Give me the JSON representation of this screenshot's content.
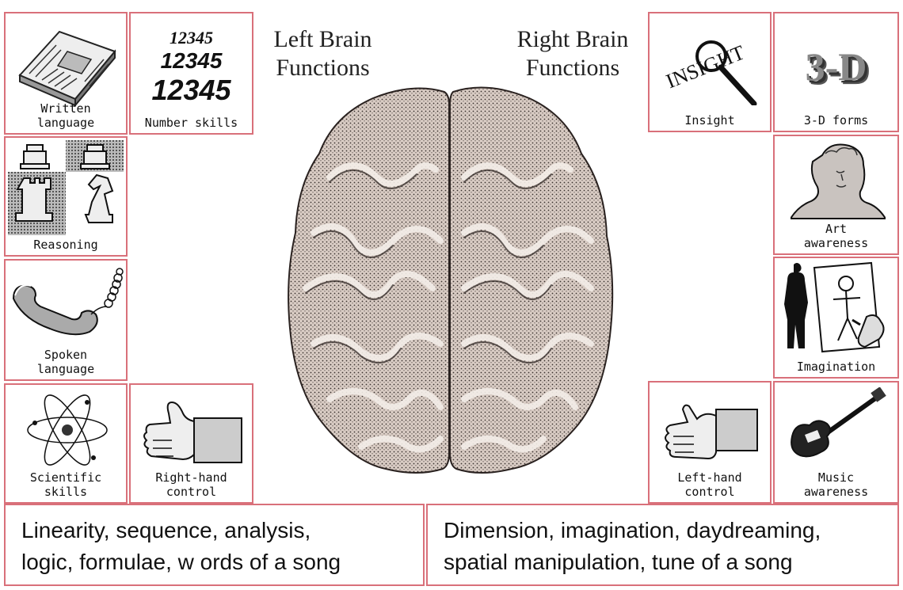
{
  "headings": {
    "left": "Left Brain\nFunctions",
    "right": "Right Brain\nFunctions"
  },
  "left_cards": {
    "written_language": "Written\nlanguage",
    "number_skills": "Number skills",
    "number_sample": "12345",
    "reasoning": "Reasoning",
    "spoken_language": "Spoken\nlanguage",
    "scientific_skills": "Scientific\nskills",
    "right_hand_control": "Right-hand\ncontrol"
  },
  "right_cards": {
    "insight": "Insight",
    "insight_word": "INSIGHT",
    "three_d_forms": "3-D forms",
    "three_d_glyph": "3-D",
    "art_awareness": "Art\nawareness",
    "imagination": "Imagination",
    "left_hand_control": "Left-hand\ncontrol",
    "music_awareness": "Music\nawareness"
  },
  "summary": {
    "left": "Linearity, sequence, analysis,\nlogic, formulae, w ords of a song",
    "right": "Dimension, imagination, daydreaming,\nspatial manipulation, tune of a song"
  },
  "colors": {
    "border": "#d9707a",
    "brain_fill": "#d9ccc4",
    "brain_line": "#3b3330"
  }
}
